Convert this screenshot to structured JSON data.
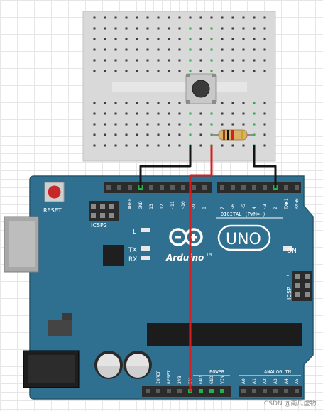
{
  "colors": {
    "board": "#2f6f8f",
    "board_edge": "#24576f",
    "breadboard": "#d9d9d9",
    "hole": "#3c3c3c",
    "active_hole": "#22b14c",
    "wire_black": "#141414",
    "wire_red": "#d42020",
    "header": "#2b2b2b"
  },
  "board": {
    "reset_label": "RESET",
    "icsp2_label": "ICSP2",
    "led_l_label": "L",
    "tx_label": "TX",
    "rx_label": "RX",
    "brand": "Arduino",
    "tm": "TM",
    "model": "UNO",
    "on_label": "ON",
    "icsp_label": "ICSP",
    "icsp_pin1": "1",
    "digital_label": "DIGITAL (PWM=~)",
    "power_label": "POWER",
    "analog_label": "ANALOG IN",
    "top_left_pins": [
      "AREF",
      "GND",
      "13",
      "12",
      "~11",
      "~10",
      "~9",
      "8"
    ],
    "top_right_pins": [
      "7",
      "~6",
      "~5",
      "4",
      "~3",
      "2",
      "TX▶1",
      "RX◀0"
    ],
    "power_pins": [
      "IOREF",
      "RESET",
      "3V3",
      "5V",
      "GND",
      "GND",
      "VIN"
    ],
    "analog_pins": [
      "A0",
      "A1",
      "A2",
      "A3",
      "A4",
      "A5"
    ]
  },
  "watermark": "CSDN @南瓜虚物"
}
